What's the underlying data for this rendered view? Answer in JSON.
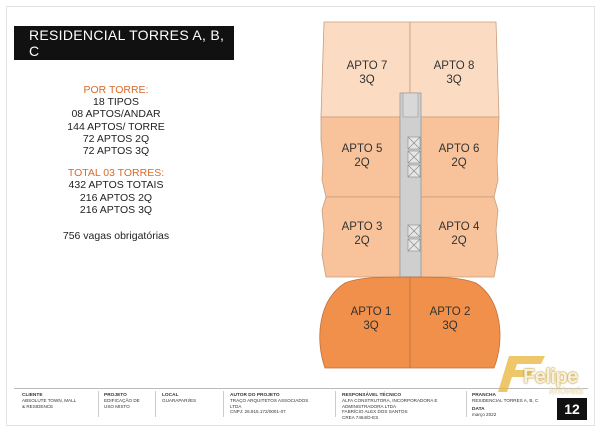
{
  "title": "RESIDENCIAL TORRES A, B, C",
  "stats": {
    "por_torre_header": "POR TORRE:",
    "por_torre": [
      "18 TIPOS",
      "08 APTOS/ANDAR",
      "144 APTOS/ TORRE",
      "72 APTOS 2Q",
      "72 APTOS 3Q"
    ],
    "total_header": "TOTAL  03 TORRES:",
    "total": [
      "432 APTOS TOTAIS",
      "216 APTOS 2Q",
      "216 APTOS 3Q"
    ],
    "vagas": "756 vagas obrigatórias"
  },
  "apartments": [
    {
      "name": "APTO 7",
      "rooms": "3Q"
    },
    {
      "name": "APTO 8",
      "rooms": "3Q"
    },
    {
      "name": "APTO 5",
      "rooms": "2Q"
    },
    {
      "name": "APTO 6",
      "rooms": "2Q"
    },
    {
      "name": "APTO 3",
      "rooms": "2Q"
    },
    {
      "name": "APTO 4",
      "rooms": "2Q"
    },
    {
      "name": "APTO 1",
      "rooms": "3Q"
    },
    {
      "name": "APTO 2",
      "rooms": "3Q"
    }
  ],
  "colors": {
    "light": "#fbdcc3",
    "mid": "#f8c39a",
    "dark": "#f0904a",
    "core": "#cfcfcf",
    "accent": "#d9692b"
  },
  "footer": {
    "cliente": {
      "h": "CLIENTE",
      "l1": "ABSOLUTE TOWN, MALL",
      "l2": "& RESIDENCE"
    },
    "projeto": {
      "h": "PROJETO",
      "l1": "EDIFICAÇÃO DE",
      "l2": "USO MISTO"
    },
    "local": {
      "h": "LOCAL",
      "l1": "GUARAPARI/ES",
      "l2": ""
    },
    "autor": {
      "h": "AUTOR DO PROJETO",
      "l1": "TRAÇO ARQUITETOS ASSOCIADOS",
      "l2": "LTDA",
      "l3": "CNPJ: 26.815.172/0001-07"
    },
    "responsavel": {
      "h": "RESPONSÁVEL TÉCNICO",
      "l1": "ALFA CONSTRUTORA, INCORPORADORA E",
      "l2": "ADMINISTRADORA LTDA",
      "l3": "FABRÍCIO ALEX DOS SANTOS",
      "l4": "CREA 7464/D-ES"
    },
    "prancha": {
      "h": "PRANCHA",
      "l1": "RESIDENCIAL TORRES A, B, C",
      "h2": "DATA",
      "l2": "março 2022"
    }
  },
  "watermark": {
    "brand": "Felipe",
    "sub": "Imóveis"
  },
  "page_number": "12"
}
